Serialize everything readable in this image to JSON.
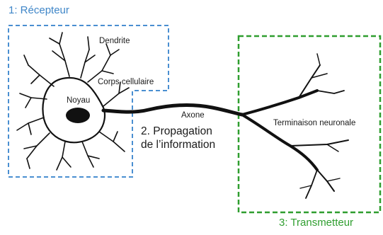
{
  "colors": {
    "receptor": "#4a8fd1",
    "transmitter": "#2f9e2f",
    "neuron": "#111111"
  },
  "labels": {
    "receptor": "1: Récepteur",
    "dendrite": "Dendrite",
    "cell_body": "Corps cellulaire",
    "nucleus": "Noyau",
    "axon": "Axone",
    "propagation_line1": "2. Propagation",
    "propagation_line2": "de l’information",
    "terminal": "Terminaison neuronale",
    "transmitter": "3: Transmetteur"
  }
}
